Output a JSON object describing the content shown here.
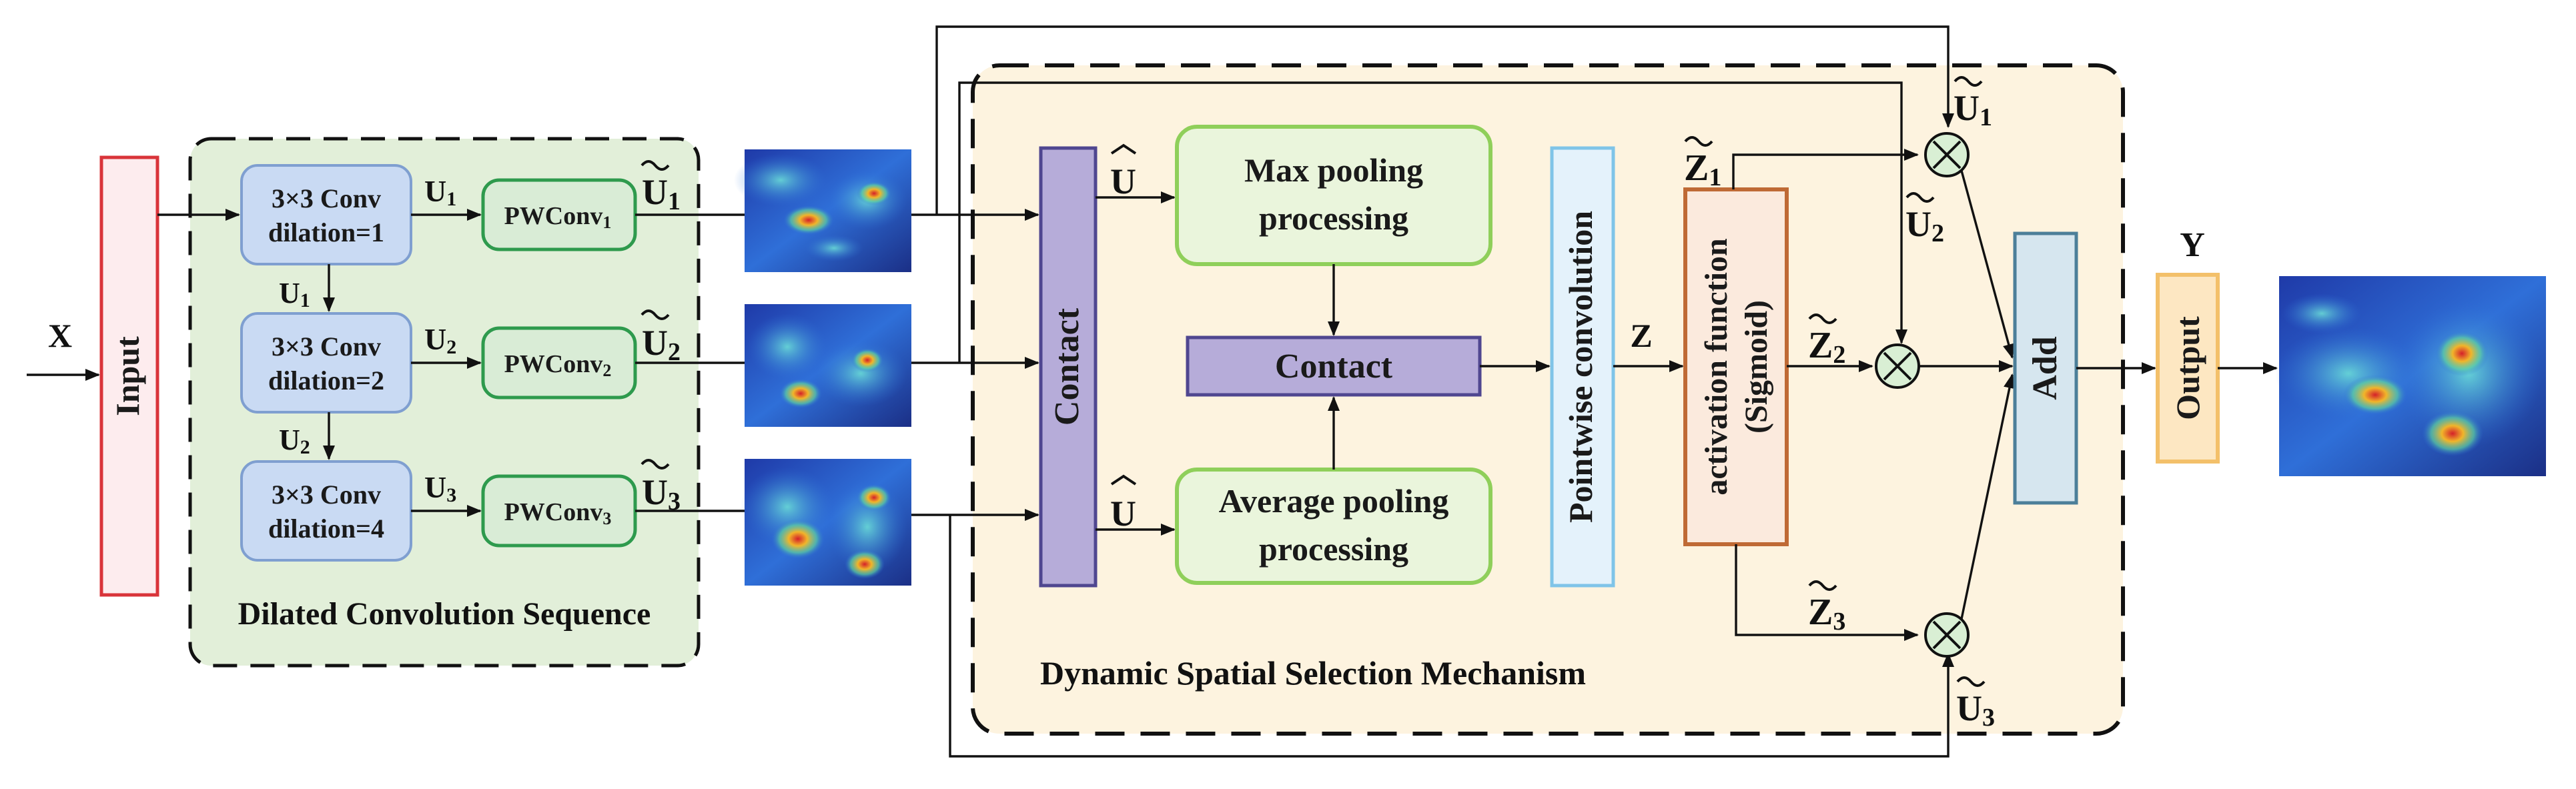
{
  "input": {
    "x_label": "X",
    "box_label": "Input"
  },
  "dilated_sequence": {
    "title": "Dilated Convolution Sequence",
    "conv1": {
      "line1": "3×3 Conv",
      "line2": "dilation=1"
    },
    "conv2": {
      "line1": "3×3 Conv",
      "line2": "dilation=2"
    },
    "conv3": {
      "line1": "3×3 Conv",
      "line2": "dilation=4"
    },
    "pw1": {
      "main": "PWConv",
      "sub": "1"
    },
    "pw2": {
      "main": "PWConv",
      "sub": "2"
    },
    "pw3": {
      "main": "PWConv",
      "sub": "3"
    },
    "u_labels": [
      {
        "main": "U",
        "sub": "1"
      },
      {
        "main": "U",
        "sub": "2"
      },
      {
        "main": "U",
        "sub": "3"
      }
    ],
    "down_labels": [
      {
        "main": "U",
        "sub": "1"
      },
      {
        "main": "U",
        "sub": "2"
      }
    ],
    "tilde_u_labels": [
      {
        "main": "U",
        "sub": "1"
      },
      {
        "main": "U",
        "sub": "2"
      },
      {
        "main": "U",
        "sub": "3"
      }
    ]
  },
  "selection": {
    "title": "Dynamic Spatial Selection Mechanism",
    "contact_vertical": "Contact",
    "u_hat": "U",
    "u_bar": "U",
    "max_pool": {
      "line1": "Max pooling",
      "line2": "processing"
    },
    "avg_pool": {
      "line1": "Average pooling",
      "line2": "processing"
    },
    "contact_horizontal": "Contact",
    "pointwise": "Pointwise convolution",
    "z_label": "Z",
    "activation": {
      "line1": "activation function",
      "line2": "(Sigmoid)"
    },
    "z_tilde_labels": [
      {
        "main": "Z",
        "sub": "1"
      },
      {
        "main": "Z",
        "sub": "2"
      },
      {
        "main": "Z",
        "sub": "3"
      }
    ],
    "u_tilde_right": [
      {
        "main": "U",
        "sub": "1"
      },
      {
        "main": "U",
        "sub": "2"
      },
      {
        "main": "U",
        "sub": "3"
      }
    ],
    "multiply_symbol": "×"
  },
  "output": {
    "add_label": "Add",
    "output_label": "Output",
    "y_label": "Y"
  },
  "colors": {
    "input_border": "#d9343a",
    "input_fill": "#fdecee",
    "green_region": "#e2efd9",
    "yellow_region": "#fdf3df",
    "conv_fill": "#c9daf3",
    "conv_border": "#7f9fd0",
    "pw_fill": "#d9ecd6",
    "pw_border": "#2e9a4d",
    "contact_fill": "#b6acd9",
    "contact_border": "#4f4690",
    "pool_fill": "#eaf5dc",
    "pool_border": "#8fcf5a",
    "pointwise_fill": "#e4f2fb",
    "pointwise_border": "#7fc4e8",
    "activation_fill": "#fbeadd",
    "activation_border": "#bf6a35",
    "add_fill": "#d6e6ef",
    "add_border": "#4c7f99",
    "output_fill": "#fde7c2",
    "output_border": "#f3c06a",
    "mult_fill": "#d9efd4"
  }
}
